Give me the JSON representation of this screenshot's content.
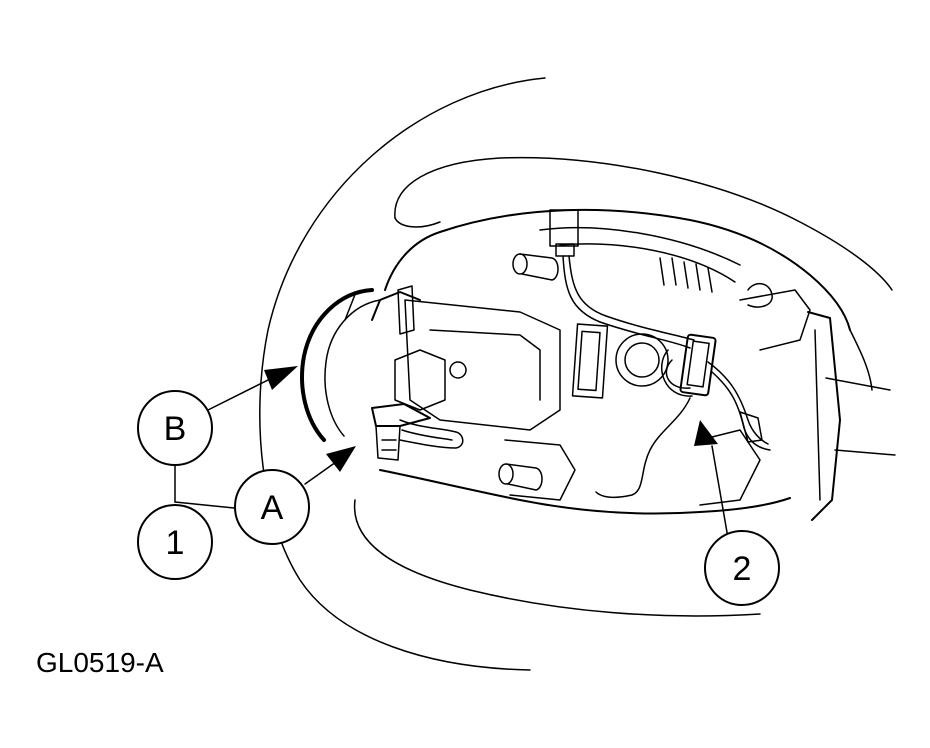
{
  "figure": {
    "code": "GL0519-A",
    "callouts": {
      "b": "B",
      "a": "A",
      "one": "1",
      "two": "2"
    }
  }
}
